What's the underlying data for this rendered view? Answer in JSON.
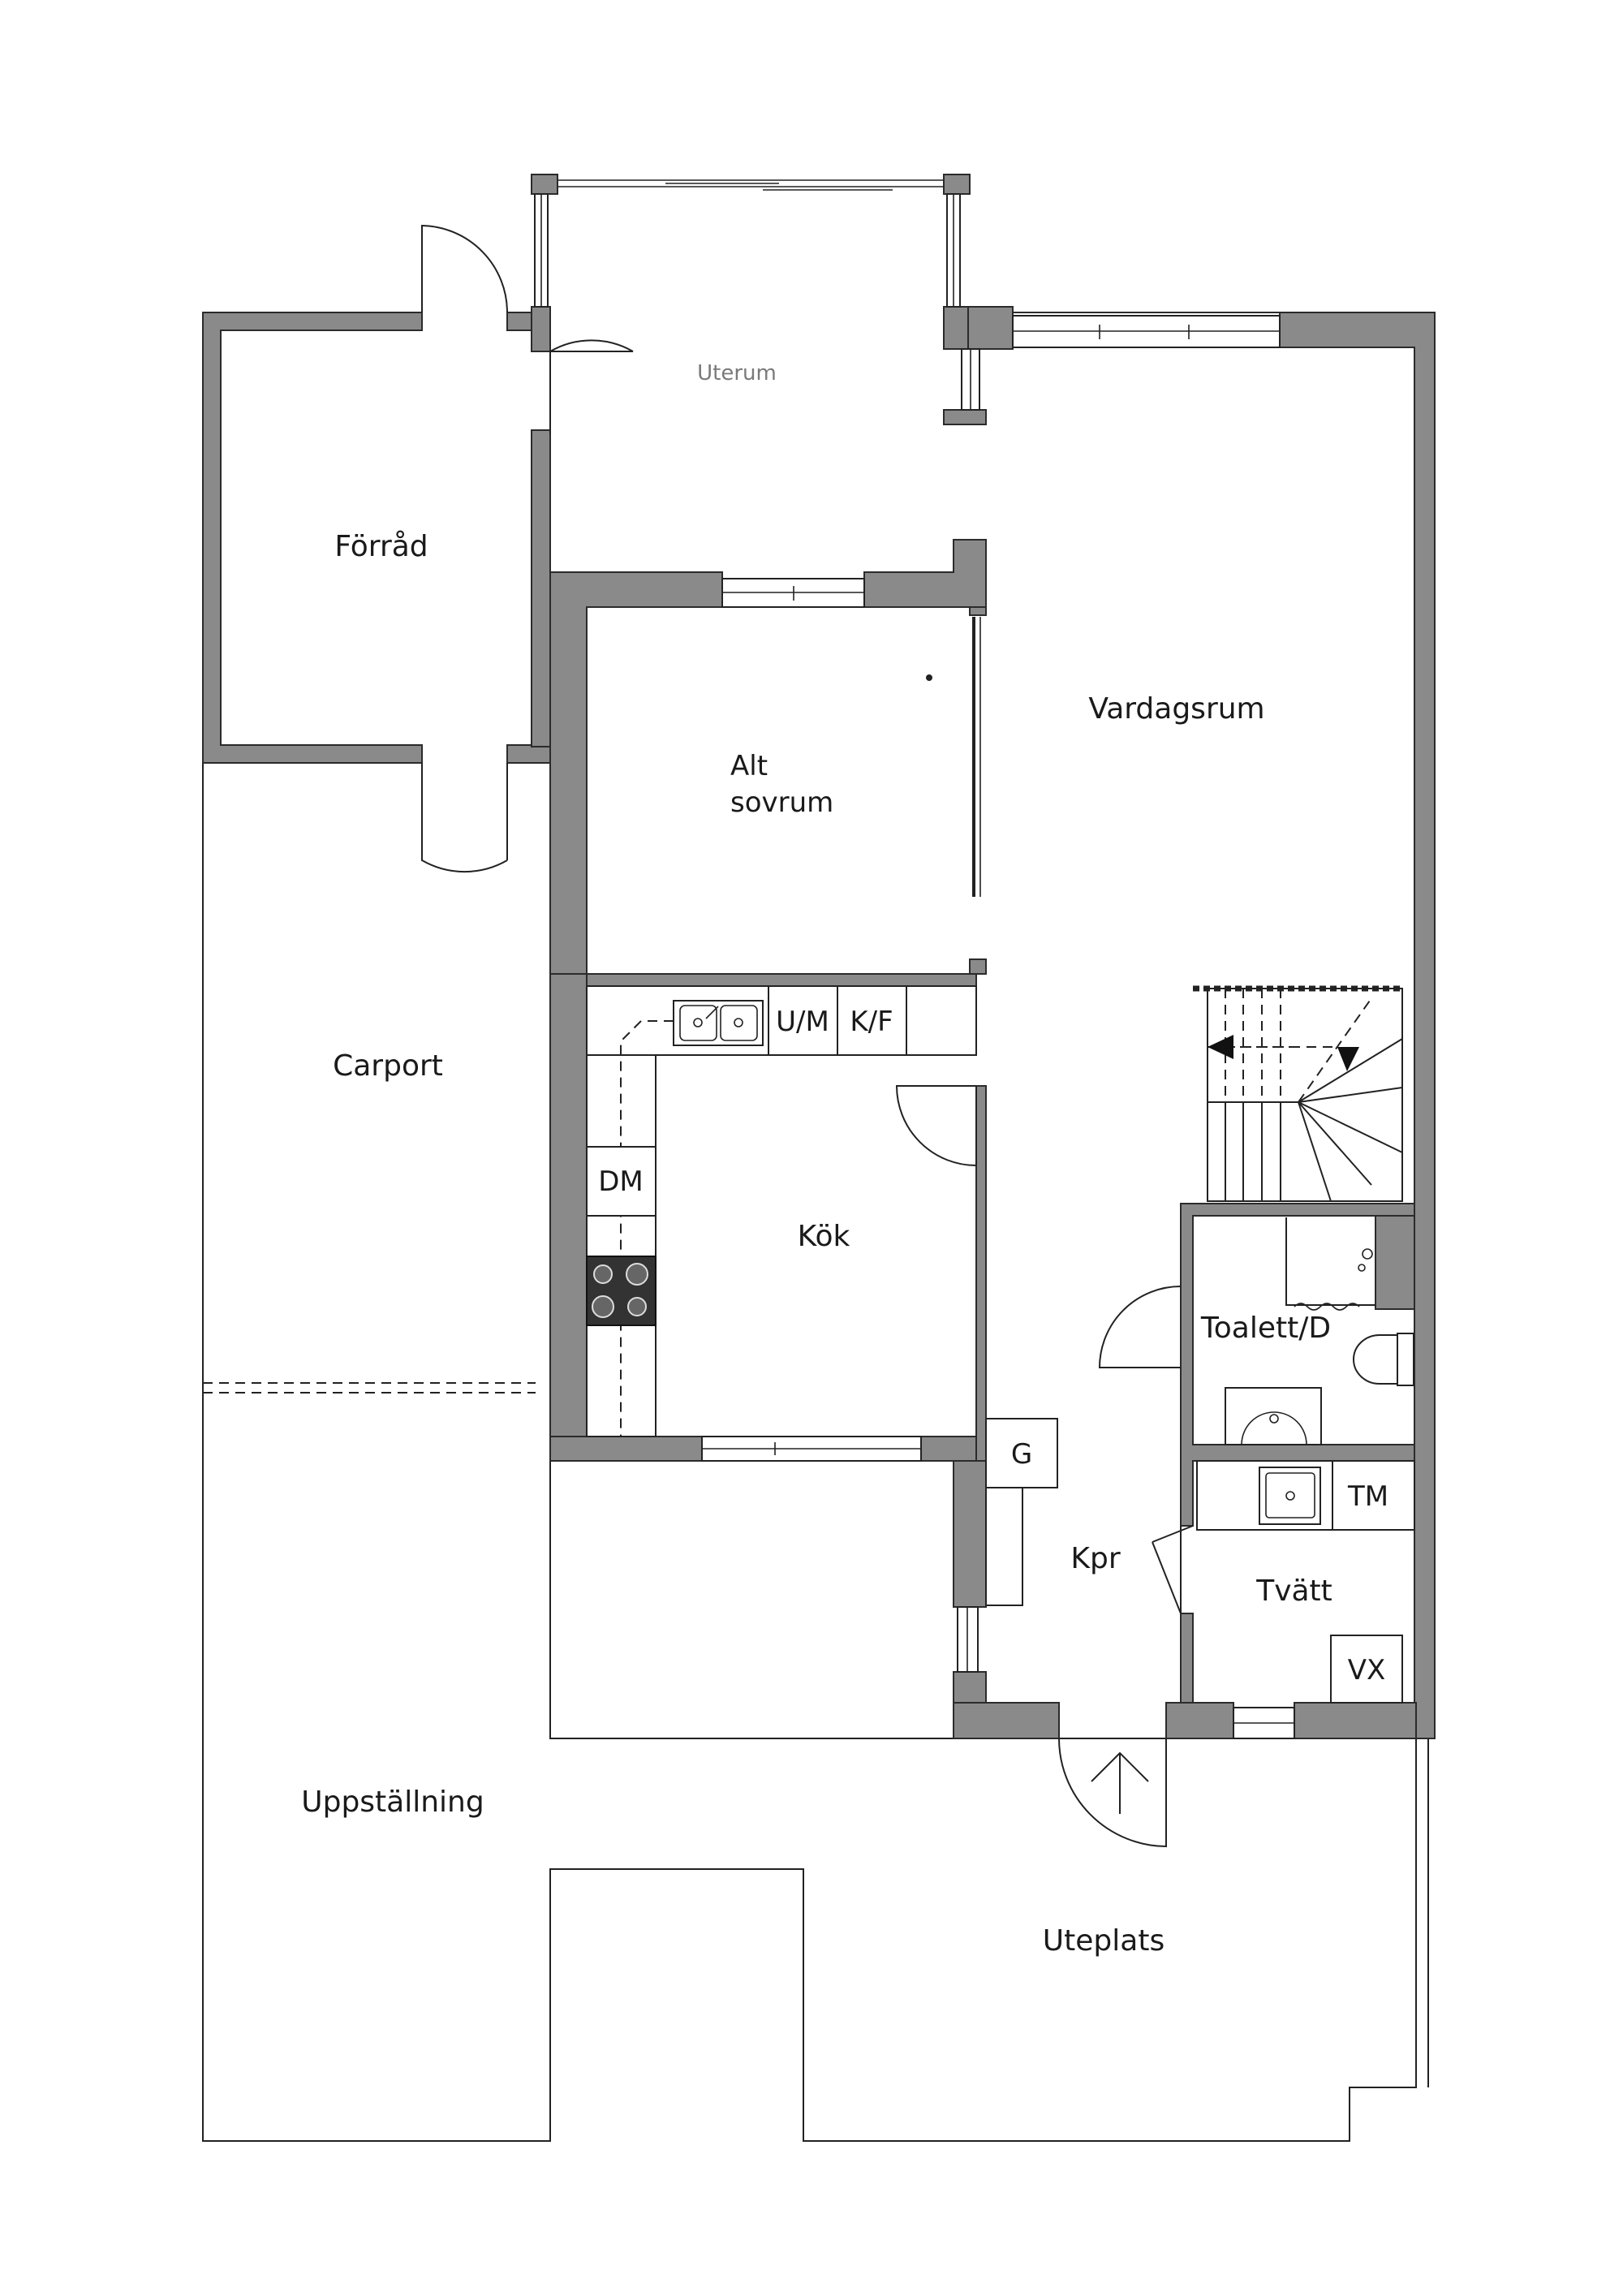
{
  "rooms": {
    "uterum": "Uterum",
    "forrad": "Förråd",
    "vardagsrum": "Vardagsrum",
    "alt_sovrum_line1": "Alt",
    "alt_sovrum_line2": "sovrum",
    "carport": "Carport",
    "kok": "Kök",
    "toalett": "Toalett/D",
    "kpr": "Kpr",
    "tvatt": "Tvätt",
    "uppstallning": "Uppställning",
    "uteplats": "Uteplats"
  },
  "fixtures": {
    "um": "U/M",
    "kf": "K/F",
    "dm": "DM",
    "g": "G",
    "tm": "TM",
    "vx": "VX"
  },
  "colors": {
    "wall": "#8a8a8b",
    "line": "#222222",
    "background": "#ffffff"
  }
}
